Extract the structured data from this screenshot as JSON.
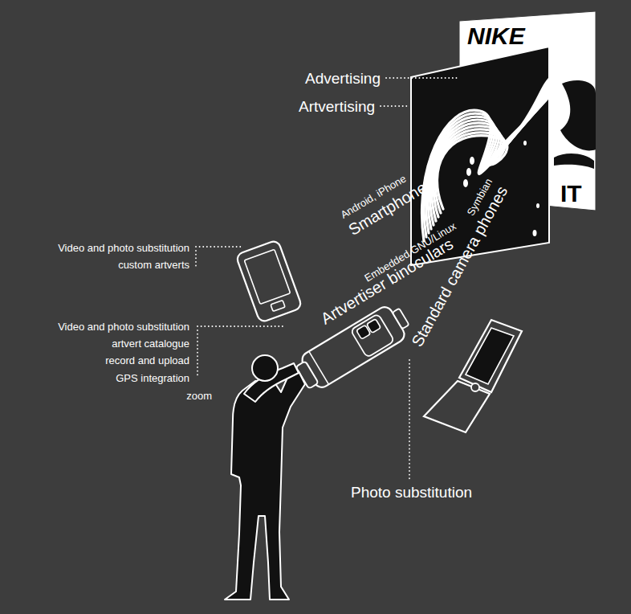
{
  "diagram": {
    "labels": [
      "NIKE",
      "Advertising",
      "Artvertising",
      "IT",
      "Android, iPhone",
      "Smartphones",
      "Video and photo substitution",
      "custom artverts",
      "Embedded GNU/Linux",
      "Artvertiser binoculars",
      "Video and photo substitution",
      "artvert catalogue",
      "record and upload",
      "GPS integration",
      "zoom",
      "Symbian",
      "Standard camera phones",
      "Photo substitution"
    ]
  }
}
